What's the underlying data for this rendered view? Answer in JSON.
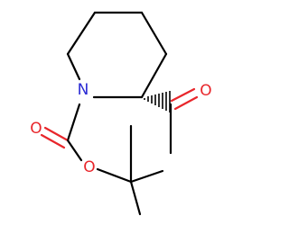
{
  "molecule": {
    "atoms": {
      "nitrogen": "N",
      "ketone_oxygen": "O",
      "carbonyl_oxygen": "O",
      "ester_oxygen": "O"
    },
    "colors": {
      "bond": "#000000",
      "nitrogen": "#2a2ad4",
      "oxygen": "#e8262b",
      "background": "#ffffff"
    },
    "stereo": {
      "c2_substituent_bond": "hashed-wedge"
    }
  }
}
